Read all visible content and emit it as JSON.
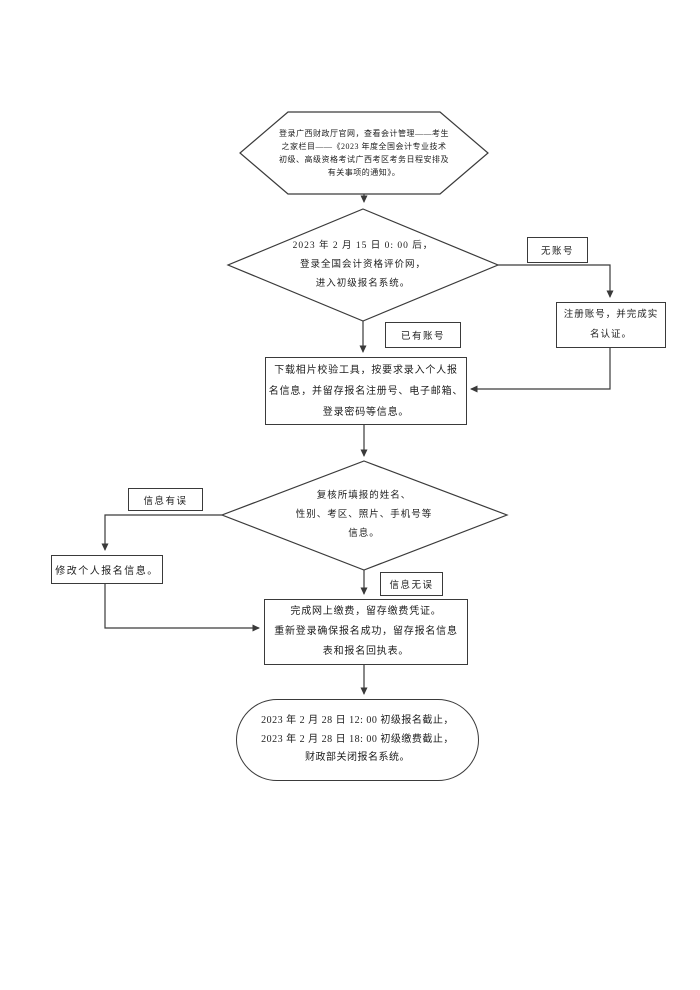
{
  "colors": {
    "background": "#ffffff",
    "line": "#3a3a3a",
    "text": "#1d1d1d"
  },
  "flowchart": {
    "notice": {
      "lines": [
        "登录广西财政厅官网，查看会计管理——考生",
        "之家栏目——《2023 年度全国会计专业技术",
        "初级、高级资格考试广西考区考务日程安排及",
        "有关事项的通知》。"
      ]
    },
    "login_decision": {
      "lines": [
        "2023 年 2 月 15 日 0: 00 后，",
        "登录全国会计资格评价网，",
        "进入初级报名系统。"
      ]
    },
    "branch_labels": {
      "no_account": "无账号",
      "has_account": "已有账号",
      "info_error": "信息有误",
      "info_ok": "信息无误"
    },
    "register": {
      "lines": [
        "注册账号，并完成实",
        "名认证。"
      ]
    },
    "download": {
      "lines": [
        "下载相片校验工具，按要求录入个人报",
        "名信息，并留存报名注册号、电子邮箱、",
        "登录密码等信息。"
      ]
    },
    "review_decision": {
      "lines": [
        "复核所填报的姓名、",
        "性别、考区、照片、手机号等",
        "信息。"
      ]
    },
    "modify": {
      "text": "修改个人报名信息。"
    },
    "payment": {
      "lines": [
        "完成网上缴费，留存缴费凭证。",
        "重新登录确保报名成功，留存报名信息",
        "表和报名回执表。"
      ]
    },
    "deadline": {
      "lines": [
        "2023 年 2 月 28 日 12: 00 初级报名截止，",
        "2023 年 2 月 28 日 18: 00 初级缴费截止，",
        "财政部关闭报名系统。"
      ]
    }
  }
}
